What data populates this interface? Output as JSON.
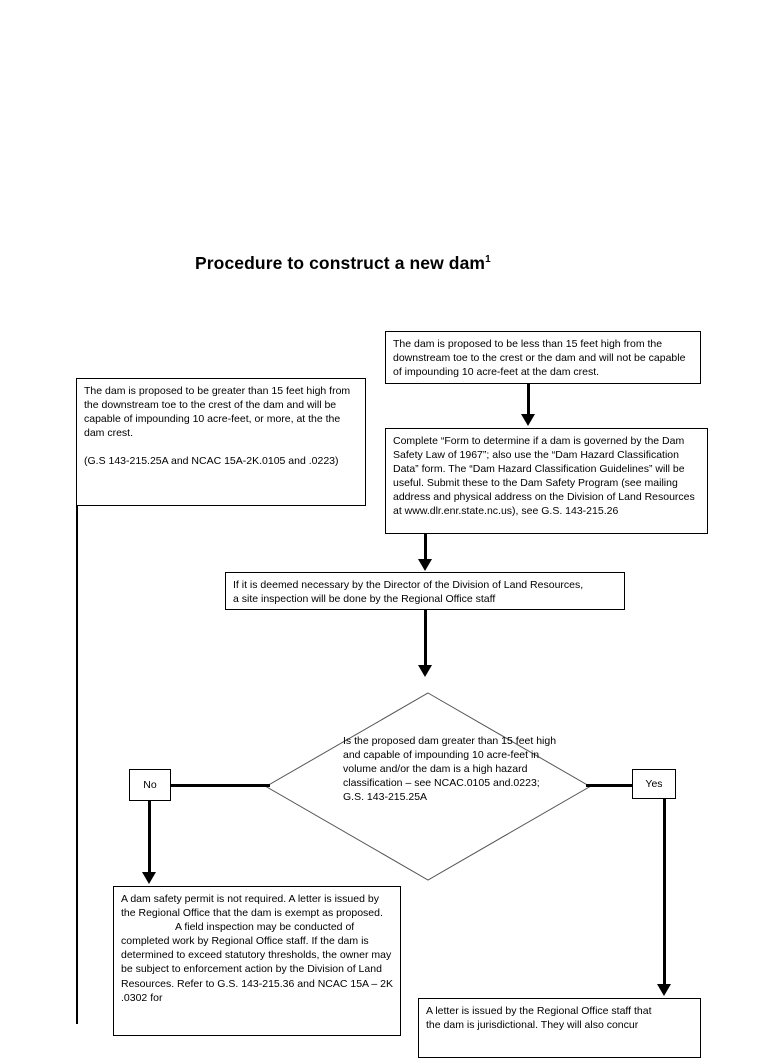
{
  "document": {
    "title": "Procedure to construct a new dam",
    "title_footnote": "1"
  },
  "flowchart": {
    "nodes": {
      "less_than_15": {
        "id": "box-less-than-15",
        "shape": "rectangle",
        "text": "The dam is proposed to be less than 15 feet high from the downstream toe to the crest  or the dam and will not be capable of impounding 10 acre-feet at the dam crest."
      },
      "greater_than_15": {
        "id": "box-greater-than-15",
        "shape": "rectangle",
        "text_1": "The dam is proposed to be  greater than 15 feet high from the downstream toe to the crest of the dam and will be capable of impounding 10 acre-feet, or more, at the the dam crest.",
        "text_2": "(G.S 143-215.25A and NCAC 15A-2K.0105 and .0223)"
      },
      "complete_form": {
        "id": "box-complete-form",
        "shape": "rectangle",
        "text": "Complete “Form to determine if a dam is governed by the Dam Safety Law  of 1967”;  also use the “Dam Hazard Classification Data”  form. The “Dam Hazard Classification Guidelines” will be useful. Submit these to the Dam Safety Program (see mailing address and physical address on the Division of Land Resources at www.dlr.enr.state.nc.us), see G.S.  143-215.26"
      },
      "site_inspection": {
        "id": "box-site-inspection",
        "shape": "rectangle",
        "line_1": "If it is deemed necessary by the Director of the Division of Land Resources,",
        "line_2": "a site inspection will be done by the Regional Office staff"
      },
      "decision": {
        "id": "decision-diamond",
        "shape": "diamond",
        "text": "Is the proposed dam greater than 15  feet high  and  capable of impounding 10 acre-feet in volume and/or the  dam is a high hazard classification –  see NCAC.0105 and.0223;  G.S. 143-215.25A"
      },
      "branch_no": {
        "id": "box-no",
        "shape": "rectangle",
        "label": "No"
      },
      "branch_yes": {
        "id": "box-yes",
        "shape": "rectangle",
        "label": "Yes"
      },
      "no_result": {
        "id": "box-no-result",
        "shape": "rectangle",
        "text_1": "A dam safety permit is not required.  A  letter is issued by the Regional Office that the dam is exempt as proposed.",
        "text_2": "A field inspection may be conducted of completed work by Regional Office staff. If the dam is determined to exceed statutory thresholds, the owner may be subject to enforcement action by the Division of Land Resources. Refer to G.S. 143-215.36 and NCAC 15A – 2K .0302 for"
      },
      "yes_result": {
        "id": "box-yes-result",
        "shape": "rectangle",
        "line_1": "A letter is issued by the Regional Office staff that",
        "line_2": "the dam is jurisdictional.  They will also concur"
      }
    },
    "edges": [
      {
        "name": "less-than-15-to-complete-form",
        "from": "less_than_15",
        "to": "complete_form",
        "style": "arrow-down"
      },
      {
        "name": "complete-form-to-site-inspection",
        "from": "complete_form",
        "to": "site_inspection",
        "style": "arrow-down"
      },
      {
        "name": "site-inspection-to-decision",
        "from": "site_inspection",
        "to": "decision",
        "style": "arrow-down"
      },
      {
        "name": "decision-to-no",
        "from": "decision",
        "to": "branch_no",
        "style": "line-left"
      },
      {
        "name": "decision-to-yes",
        "from": "decision",
        "to": "branch_yes",
        "style": "line-right"
      },
      {
        "name": "no-to-no-result",
        "from": "branch_no",
        "to": "no_result",
        "style": "arrow-down"
      },
      {
        "name": "yes-to-yes-result",
        "from": "branch_yes",
        "to": "yes_result",
        "style": "arrow-down"
      },
      {
        "name": "greater-than-15-trunk",
        "from": "greater_than_15",
        "to": "page-bottom",
        "style": "line-down"
      }
    ]
  },
  "colors": {
    "page_background": "#ffffff",
    "ink": "#000000",
    "node_border": "#000000"
  }
}
